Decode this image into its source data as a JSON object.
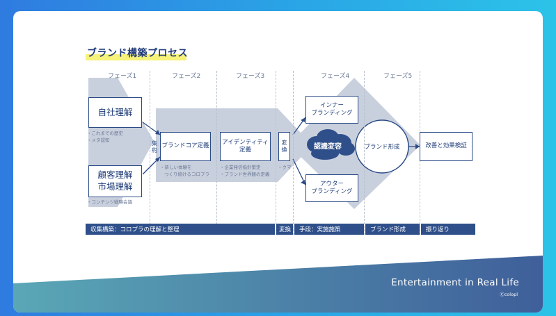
{
  "title": "ブランド構築プロセス",
  "phases": [
    "フェーズ1",
    "フェーズ2",
    "フェーズ3",
    "フェーズ4",
    "フェーズ5"
  ],
  "boxes": {
    "jisha": [
      "自社理解"
    ],
    "kokyaku": [
      "顧客理解",
      "市場理解"
    ],
    "brand_core": "ブランドコア定義",
    "identity": [
      "アイデンティティ",
      "定義"
    ],
    "henkan": [
      "変",
      "換"
    ],
    "inner": [
      "インナー",
      "ブランディング"
    ],
    "outer": [
      "アウター",
      "ブランディング"
    ],
    "ninshiki": "認識変容",
    "brand_keisei": "ブランド形成",
    "kaizen": "改善と効果検証"
  },
  "shuyaku": [
    "集",
    "約"
  ],
  "notes": {
    "jisha": [
      "・これまでの歴史",
      "・メタ認知"
    ],
    "kokyaku": [
      "・コンテンツ戦略会議"
    ],
    "brand_core": [
      "・新しい体験を",
      "つくり続けるコロプラ"
    ],
    "identity": [
      "・企業発信指針策定",
      "・ブランド世界観の定義"
    ],
    "henkan": [
      "・クマ"
    ]
  },
  "bars": [
    "収集構築：コロプラの理解と整理",
    "変換",
    "手段：実施施策",
    "ブランド形成",
    "振り返り"
  ],
  "footer": {
    "tagline": "Entertainment in Real Life",
    "logo": "Ⓒcolopl"
  },
  "colors": {
    "navy": "#2e4f8a",
    "arrow_fill": "#c9d0dd",
    "cloud": "#2e4f8a",
    "highlight": "#f6f27a"
  }
}
